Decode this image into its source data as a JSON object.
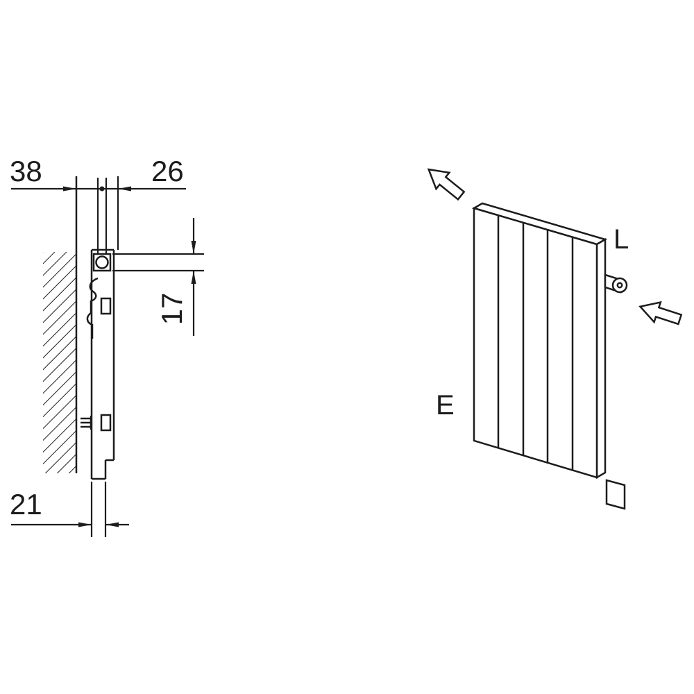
{
  "colors": {
    "line": "#1c1c1c",
    "background": "#ffffff"
  },
  "side_view": {
    "dim_wall_to_center": "38",
    "dim_center_to_front": "26",
    "dim_top_to_bracket": "17",
    "dim_bottom_depth": "21"
  },
  "iso_view": {
    "label_l": "L",
    "label_e": "E"
  },
  "icons": {
    "flow_out": "block-arrow-up-left",
    "flow_in": "block-arrow-left"
  }
}
